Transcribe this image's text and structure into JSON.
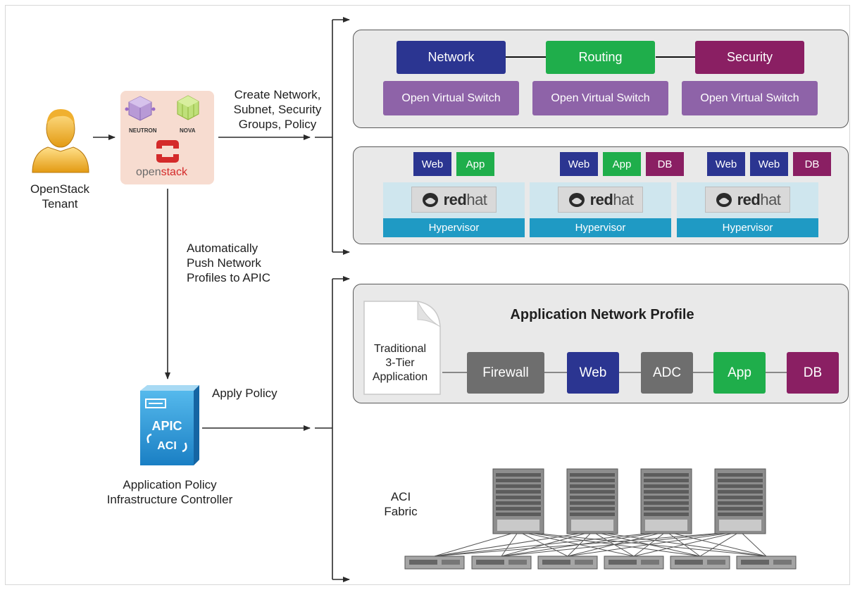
{
  "tenant": {
    "label_line1": "OpenStack",
    "label_line2": "Tenant"
  },
  "openstack": {
    "neutron_label": "NEUTRON",
    "nova_label": "NOVA",
    "logo_open": "open",
    "logo_stack": "stack"
  },
  "labels": {
    "create_line1": "Create Network,",
    "create_line2": "Subnet, Security",
    "create_line3": "Groups, Policy",
    "auto_line1": "Automatically",
    "auto_line2": "Push Network",
    "auto_line3": "Profiles to APIC",
    "apply_policy": "Apply Policy",
    "apic_line1": "Application Policy",
    "apic_line2": "Infrastructure Controller",
    "aci_line1": "ACI",
    "aci_line2": "Fabric"
  },
  "apic": {
    "title": "APIC",
    "aci": "ACI"
  },
  "network_panel": {
    "services": [
      {
        "name": "Network",
        "color": "#2b3591"
      },
      {
        "name": "Routing",
        "color": "#1fae4b"
      },
      {
        "name": "Security",
        "color": "#8a1f63"
      }
    ],
    "switch_label": "Open Virtual Switch"
  },
  "compute_panel": {
    "hosts": [
      {
        "vms": [
          "Web",
          "App"
        ],
        "hypervisor": "Hypervisor"
      },
      {
        "vms": [
          "Web",
          "App",
          "DB"
        ],
        "hypervisor": "Hypervisor"
      },
      {
        "vms": [
          "Web",
          "Web",
          "DB"
        ],
        "hypervisor": "Hypervisor"
      }
    ],
    "redhat_red": "red",
    "redhat_hat": "hat",
    "vm_colors": {
      "Web": "#2b3591",
      "App": "#1fae4b",
      "DB": "#8a1f63"
    }
  },
  "profile_panel": {
    "title": "Application Network Profile",
    "doc_line1": "Traditional",
    "doc_line2": "3-Tier",
    "doc_line3": "Application",
    "chain": [
      {
        "name": "Firewall",
        "color": "#6e6e6e"
      },
      {
        "name": "Web",
        "color": "#2b3591"
      },
      {
        "name": "ADC",
        "color": "#6e6e6e"
      },
      {
        "name": "App",
        "color": "#1fae4b"
      },
      {
        "name": "DB",
        "color": "#8a1f63"
      }
    ]
  }
}
